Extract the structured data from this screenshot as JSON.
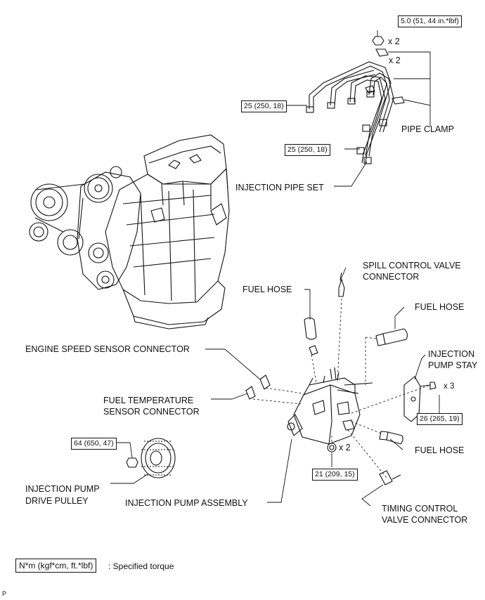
{
  "labels": {
    "pipe_clamp": "PIPE CLAMP",
    "injection_pipe_set": "INJECTION PIPE SET",
    "spill_control_valve_connector_1": "SPILL CONTROL VALVE",
    "spill_control_valve_connector_2": "CONNECTOR",
    "fuel_hose_top": "FUEL HOSE",
    "fuel_hose_right": "FUEL HOSE",
    "fuel_hose_lower": "FUEL HOSE",
    "engine_speed_sensor_connector": "ENGINE SPEED SENSOR CONNECTOR",
    "injection_pump_stay_1": "INJECTION",
    "injection_pump_stay_2": "PUMP STAY",
    "fuel_temperature_sensor_1": "FUEL TEMPERATURE",
    "fuel_temperature_sensor_2": "SENSOR CONNECTOR",
    "injection_pump_drive_pulley_1": "INJECTION PUMP",
    "injection_pump_drive_pulley_2": "DRIVE PULLEY",
    "injection_pump_assembly": "INJECTION PUMP ASSEMBLY",
    "timing_control_valve_1": "TIMING CONTROL",
    "timing_control_valve_2": "VALVE CONNECTOR"
  },
  "torques": {
    "nut_top": "5.0 (51, 44 in.*lbf)",
    "pipe_upper": "25 (250, 18)",
    "pipe_lower": "25 (250, 18)",
    "pump_stay": "26 (265, 19)",
    "pulley_nut": "64 (650, 47)",
    "pump_nut": "21 (209, 15)"
  },
  "quantities": {
    "nut_top": "x 2",
    "clamp_top": "x 2",
    "stay_bolt": "x 3",
    "pump_nut": "x 2"
  },
  "legend": {
    "unit_box": "N*m (kgf*cm, ft.*lbf)",
    "unit_desc": ": Specified torque"
  },
  "corner_mark": "P"
}
